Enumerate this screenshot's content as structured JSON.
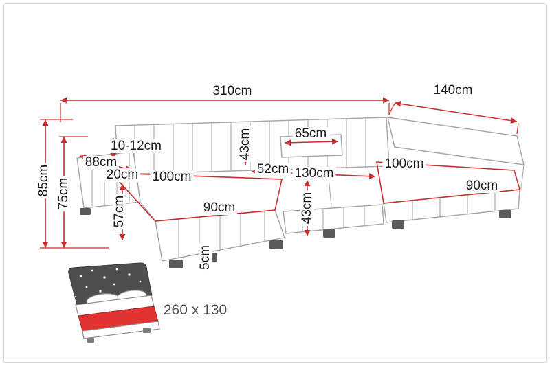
{
  "diagram": {
    "title": "sofa-dimension-diagram",
    "dimensions": {
      "total_width": "310cm",
      "total_depth": "140cm",
      "total_height": "85cm",
      "backrest_height": "75cm",
      "armrest_above_seat": "10-12cm",
      "armrest_length": "88cm",
      "armrest_width": "20cm",
      "chaise_depth_left": "100cm",
      "backrest_above_seat": "43cm",
      "headrest_width": "65cm",
      "seat_depth": "52cm",
      "center_seat_width": "130cm",
      "chaise_depth_right": "100cm",
      "chaise_width_left": "90cm",
      "seat_height_left": "57cm",
      "seat_height_right": "43cm",
      "chaise_width_right": "90cm",
      "foot_height": "5cm"
    },
    "sleeping_area": {
      "label": "260 x 130"
    },
    "colors": {
      "dimension_line": "#c62f2f",
      "sofa_outline": "#a8a8a8",
      "label_text": "#1c1c1c",
      "bed_mattress": "#e23333",
      "bed_blanket": "#4e4e4e"
    }
  }
}
